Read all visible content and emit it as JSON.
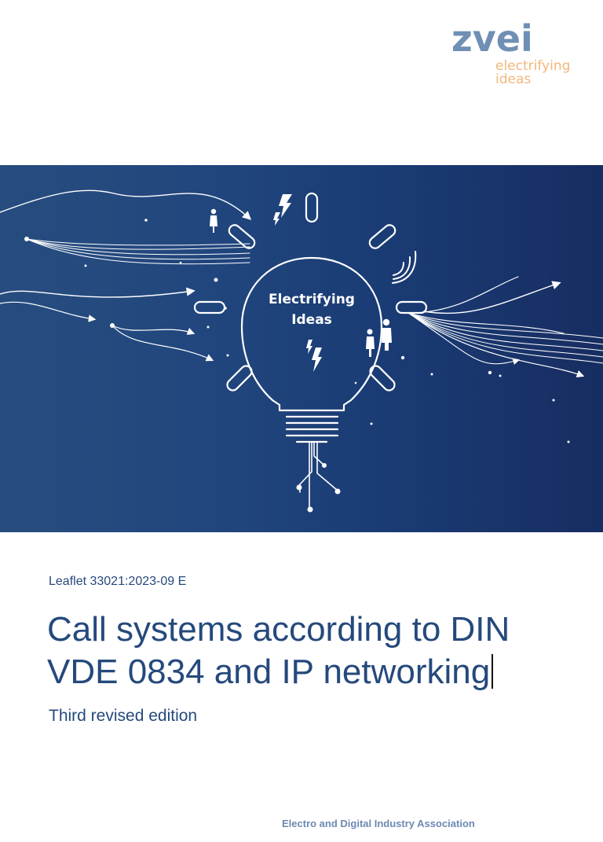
{
  "logo": {
    "wordmark": "zvei",
    "tagline": "electrifying ideas"
  },
  "hero": {
    "bulb_text": "Electrifying Ideas"
  },
  "document": {
    "leaflet_code": "Leaflet 33021:2023-09 E",
    "title": "Call systems according to DIN VDE 0834 and IP networking",
    "edition": "Third revised edition"
  },
  "footer": {
    "association": "Electro and Digital Industry Association"
  },
  "colors": {
    "title_blue": "#25497c",
    "logo_blue": "#6f8fb4",
    "logo_orange": "#f2b77a",
    "hero_blue": "#21467e"
  }
}
